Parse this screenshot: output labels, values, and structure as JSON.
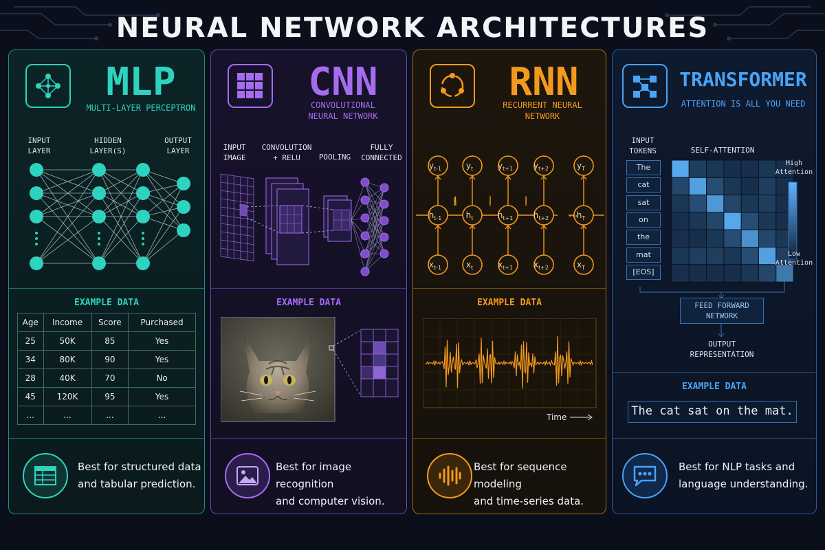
{
  "title": "NEURAL NETWORK ARCHITECTURES",
  "colors": {
    "mlp": "#2ed3c0",
    "cnn": "#a56cf0",
    "rnn": "#f39a1e",
    "transformer": "#4aa3f5"
  },
  "example_label": "EXAMPLE DATA",
  "mlp": {
    "name": "MLP",
    "subtitle": "MULTI-LAYER PERCEPTRON",
    "input_label": [
      "INPUT",
      "LAYER"
    ],
    "hidden_label": [
      "HIDDEN",
      "LAYER(S)"
    ],
    "output_label": [
      "OUTPUT",
      "LAYER"
    ],
    "table": {
      "headers": [
        "Age",
        "Income",
        "Score",
        "Purchased"
      ],
      "rows": [
        [
          "25",
          "50K",
          "85",
          "Yes"
        ],
        [
          "34",
          "80K",
          "90",
          "Yes"
        ],
        [
          "28",
          "40K",
          "70",
          "No"
        ],
        [
          "45",
          "120K",
          "95",
          "Yes"
        ],
        [
          "...",
          "...",
          "...",
          "..."
        ]
      ]
    },
    "footer": [
      "Best for structured data",
      "and tabular prediction."
    ]
  },
  "cnn": {
    "name": "CNN",
    "subtitle": [
      "CONVOLUTIONAL",
      "NEURAL NETWORK"
    ],
    "stages": [
      [
        "INPUT",
        "IMAGE"
      ],
      [
        "CONVOLUTION",
        "+ RELU"
      ],
      [
        "POOLING"
      ],
      [
        "FULLY",
        "CONNECTED"
      ]
    ],
    "footer": [
      "Best for image recognition",
      "and computer vision."
    ]
  },
  "rnn": {
    "name": "RNN",
    "subtitle": [
      "RECURRENT NEURAL",
      "NETWORK"
    ],
    "outputs": [
      "y",
      "y",
      "y",
      "y",
      "y"
    ],
    "output_subs": [
      "t-1",
      "t",
      "t+1",
      "t+2",
      "T"
    ],
    "hiddens": [
      "h",
      "h",
      "h",
      "h",
      "h"
    ],
    "hidden_subs": [
      "t-1",
      "t",
      "t+1",
      "t+2",
      "T"
    ],
    "inputs": [
      "x",
      "x",
      "x",
      "x",
      "x"
    ],
    "input_subs": [
      "t-1",
      "t",
      "t+1",
      "t+2",
      "T"
    ],
    "ellipsis": "···",
    "time_label": "Time",
    "footer": [
      "Best for sequence modeling",
      "and time-series data."
    ]
  },
  "transformer": {
    "name": "TRANSFORMER",
    "subtitle": "ATTENTION IS ALL YOU NEED",
    "tokens_label": [
      "INPUT",
      "TOKENS"
    ],
    "attention_label": "SELF-ATTENTION",
    "tokens": [
      "The",
      "cat",
      "sat",
      "on",
      "the",
      "mat",
      "[EOS]"
    ],
    "high": [
      "High",
      "Attention"
    ],
    "low": [
      "Low",
      "Attention"
    ],
    "ffn": [
      "FEED FORWARD",
      "NETWORK"
    ],
    "output": [
      "OUTPUT",
      "REPRESENTATION"
    ],
    "sentence": "The cat sat on the mat.",
    "footer": [
      "Best for NLP tasks and",
      "language understanding."
    ]
  }
}
